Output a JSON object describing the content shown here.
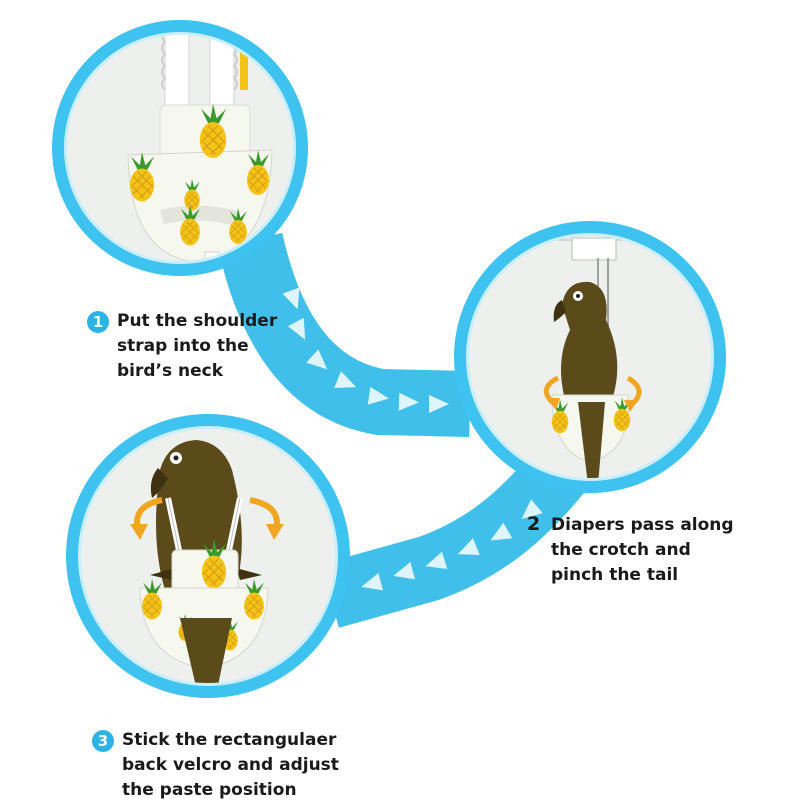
{
  "colors": {
    "ring": "#3ec3f0",
    "ring_inner": "#c9eefc",
    "path": "#3fbfe9",
    "path_arrow": "#dff5fd",
    "photo_bg": "#eef0ee",
    "bird": "#5b4a1a",
    "fabric": "#f6f7ef",
    "pineapple": "#f3c318",
    "leaf": "#3b9a2c",
    "arrow_orange": "#f0a623",
    "badge": "#2bb3e6"
  },
  "steps": [
    {
      "number": "1",
      "lines": [
        "Put the shoulder",
        "strap into the",
        "bird’s neck"
      ]
    },
    {
      "number": "2",
      "lines": [
        "Diapers pass along",
        "the crotch and",
        "pinch the tail"
      ]
    },
    {
      "number": "3",
      "lines": [
        "Stick the rectangulaer",
        "back velcro and adjust",
        "the paste position"
      ]
    }
  ]
}
